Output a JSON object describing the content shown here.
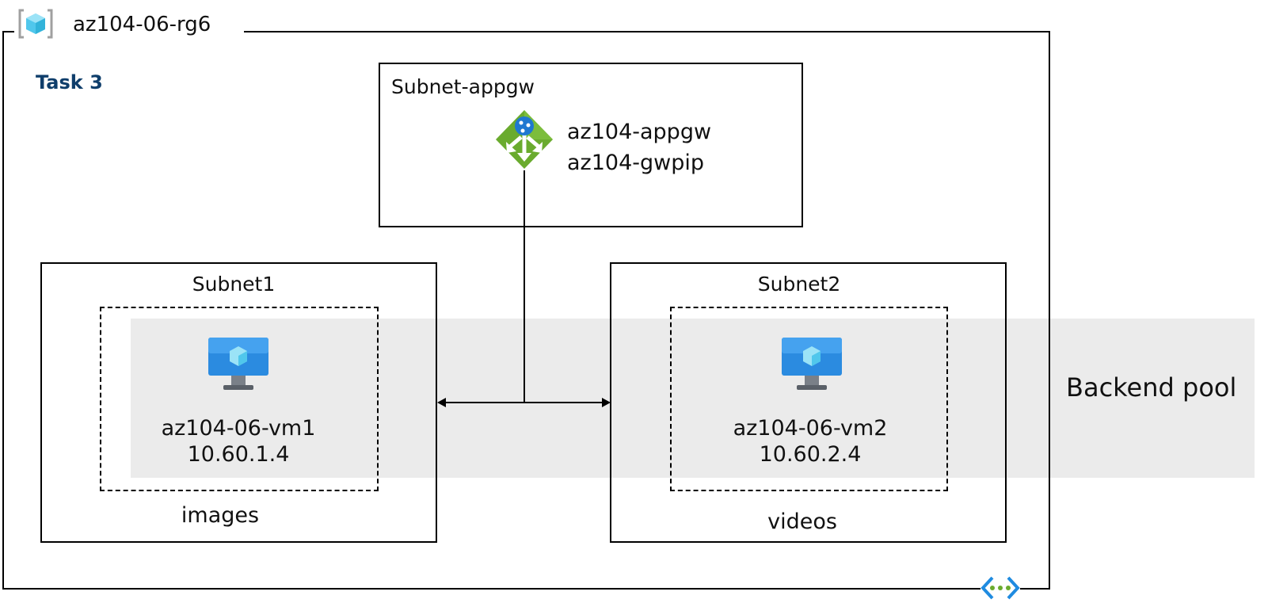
{
  "resource_group": {
    "name": "az104-06-rg6",
    "icon": "resource-group-icon"
  },
  "task_label": "Task 3",
  "colors": {
    "task": "#0f3e6b",
    "band": "#ebebeb",
    "appgw_green": "#6aab2e",
    "vm_blue": "#2b8be0"
  },
  "subnet_appgw": {
    "label": "Subnet-appgw",
    "gateway": {
      "name": "az104-appgw",
      "pip": "az104-gwpip",
      "icon": "application-gateway-icon"
    }
  },
  "subnet1": {
    "label": "Subnet1",
    "vm": {
      "name": "az104-06-vm1",
      "ip": "10.60.1.4",
      "icon": "virtual-machine-icon"
    },
    "path": "images"
  },
  "subnet2": {
    "label": "Subnet2",
    "vm": {
      "name": "az104-06-vm2",
      "ip": "10.60.2.4",
      "icon": "virtual-machine-icon"
    },
    "path": "videos"
  },
  "backend_pool": "Backend pool",
  "vnet_icon": "virtual-network-icon"
}
